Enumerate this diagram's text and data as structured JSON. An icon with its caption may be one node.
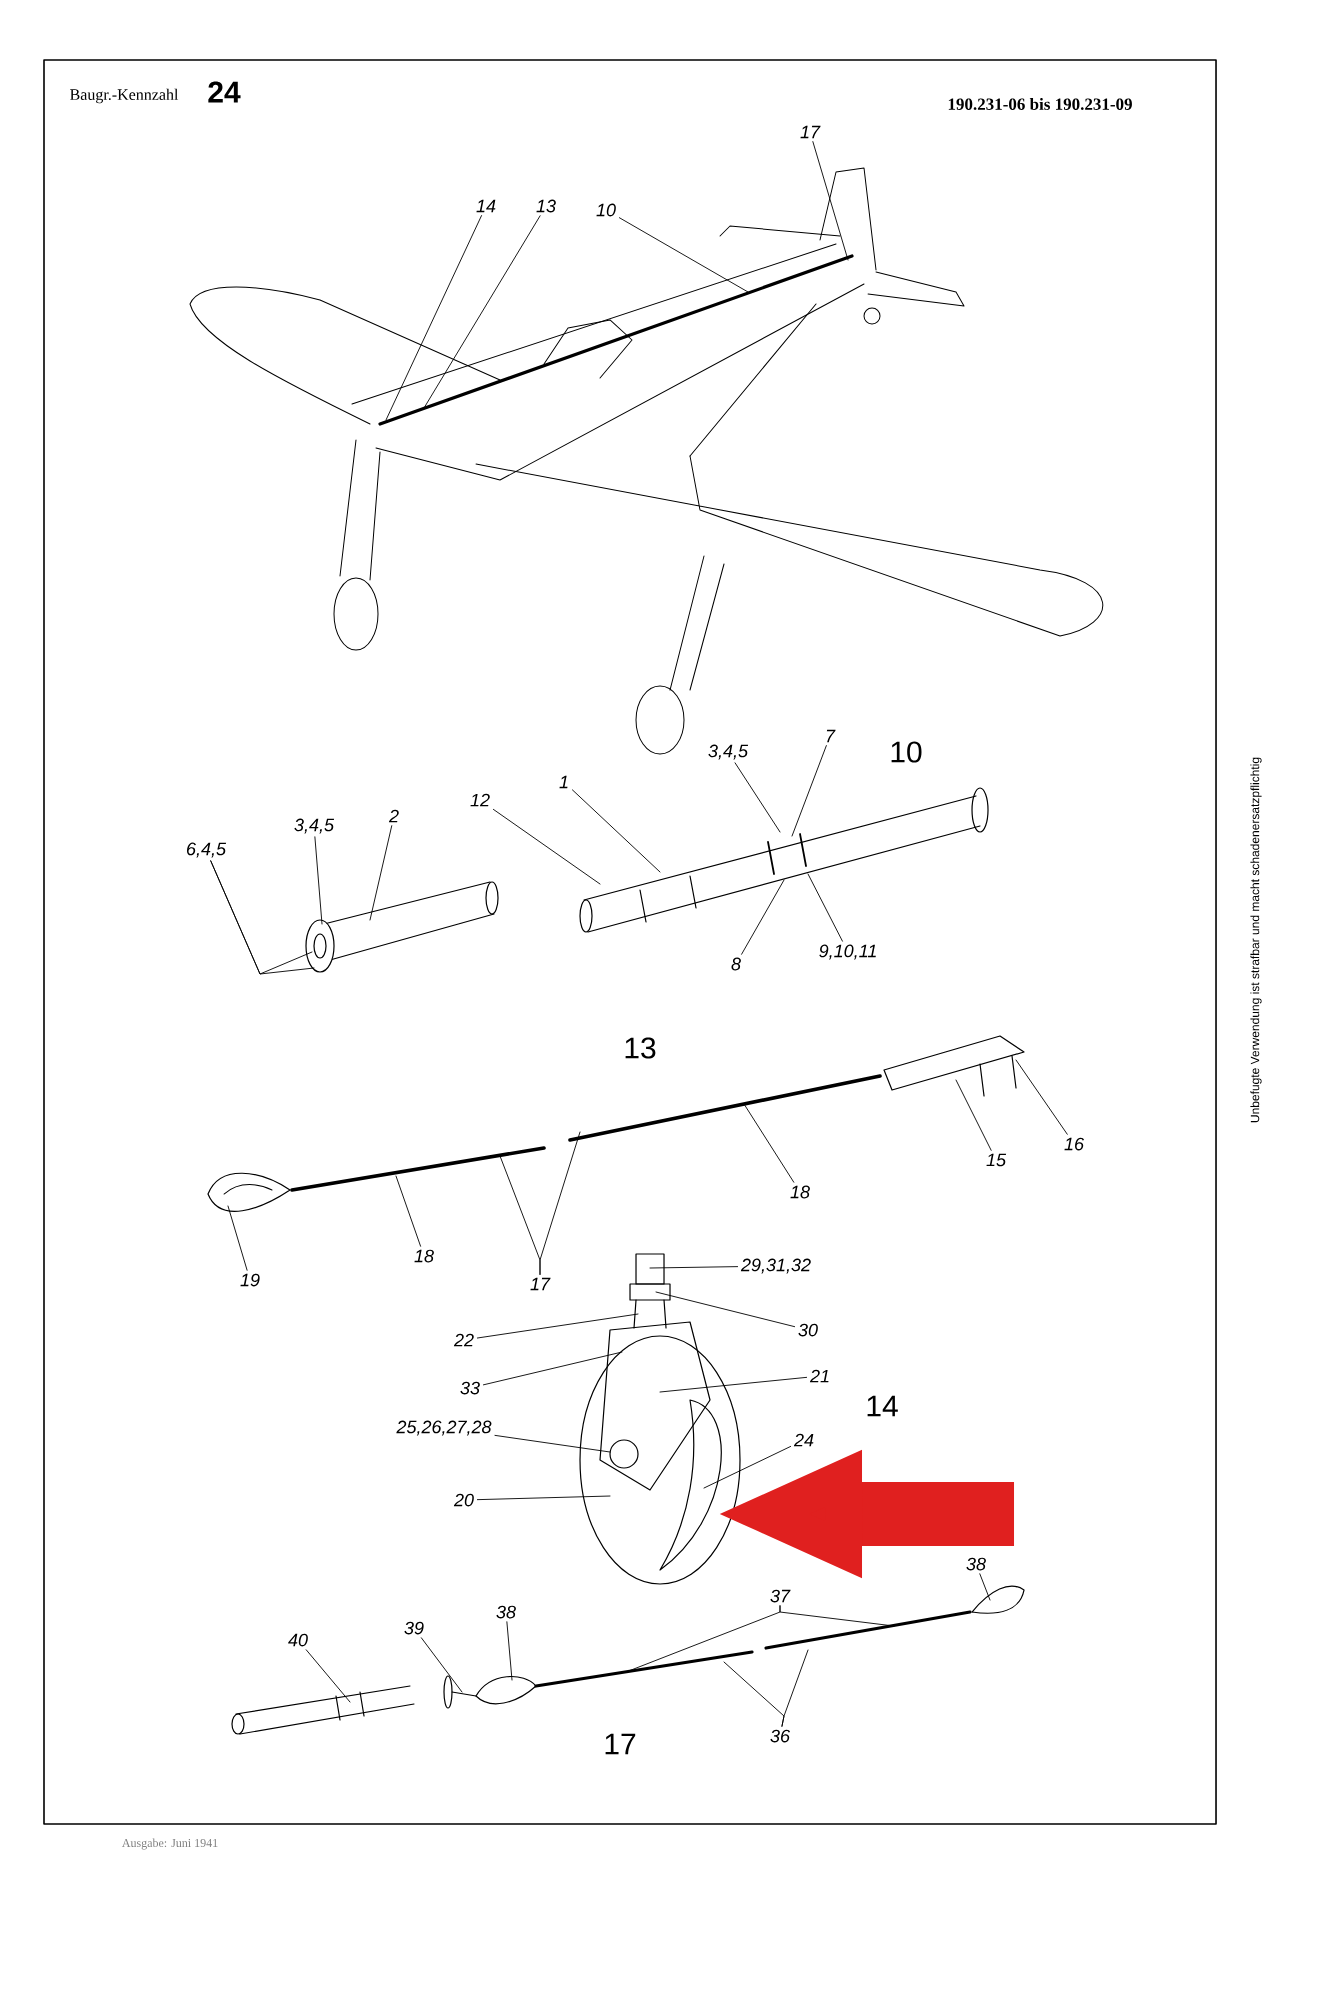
{
  "diagram": {
    "nodes": [
      {
        "text": [
          "17"
        ]
      },
      {
        "text": [
          "14"
        ]
      },
      {
        "text": [
          "13"
        ]
      },
      {
        "text": [
          "10"
        ]
      },
      {
        "text": [
          "6,4,5"
        ]
      },
      {
        "text": [
          "3,4,5"
        ]
      },
      {
        "text": [
          "2"
        ]
      },
      {
        "text": [
          "12"
        ]
      },
      {
        "text": [
          "1"
        ]
      },
      {
        "text": [
          "3,4,5"
        ]
      },
      {
        "text": [
          "7"
        ]
      },
      {
        "text": [
          "8"
        ]
      },
      {
        "text": [
          "9,10,11"
        ]
      },
      {
        "text": [
          "19"
        ]
      },
      {
        "text": [
          "18"
        ]
      },
      {
        "text": [
          "17"
        ]
      },
      {
        "text": [
          "18"
        ]
      },
      {
        "text": [
          "15"
        ]
      },
      {
        "text": [
          "16"
        ]
      },
      {
        "text": [
          "29,31,32"
        ]
      },
      {
        "text": [
          "30"
        ]
      },
      {
        "text": [
          "22"
        ]
      },
      {
        "text": [
          "33"
        ]
      },
      {
        "text": [
          "21"
        ]
      },
      {
        "text": [
          "25,26,27,28"
        ]
      },
      {
        "text": [
          "24"
        ]
      },
      {
        "text": [
          "20"
        ]
      },
      {
        "text": [
          "40"
        ]
      },
      {
        "text": [
          "39"
        ]
      },
      {
        "text": [
          "38"
        ]
      },
      {
        "text": [
          "37"
        ]
      },
      {
        "text": [
          "38"
        ]
      },
      {
        "text": [
          "36"
        ]
      },
      {
        "text": [],
        "shape": "picture"
      },
      {
        "text": [],
        "shape": "picture"
      },
      {
        "text": [],
        "shape": "picture"
      },
      {
        "text": [],
        "shape": "picture"
      },
      {
        "text": [],
        "shape": "picture"
      },
      {
        "text": [],
        "shape": "picture"
      },
      {
        "text": [],
        "shape": "picture"
      },
      {
        "text": [],
        "shape": "picture"
      },
      {
        "text": [],
        "shape": "picture"
      },
      {
        "text": [],
        "shape": "picture"
      },
      {
        "text": [],
        "shape": "picture"
      },
      {
        "text": [],
        "shape": "picture"
      },
      {
        "text": [],
        "shape": "picture"
      }
    ],
    "edges": [
      {
        "from": 0,
        "to": 33,
        "arrow": "none"
      },
      {
        "from": 1,
        "to": 33,
        "arrow": "none"
      },
      {
        "from": 2,
        "to": 33,
        "arrow": "none"
      },
      {
        "from": 3,
        "to": 33,
        "arrow": "none"
      },
      {
        "from": 4,
        "to": 34,
        "arrow": "none"
      },
      {
        "from": 4,
        "to": 34,
        "arrow": "none"
      },
      {
        "from": 5,
        "to": 34,
        "arrow": "none"
      },
      {
        "from": 6,
        "to": 34,
        "arrow": "none"
      },
      {
        "from": 7,
        "to": 35,
        "arrow": "none"
      },
      {
        "from": 8,
        "to": 35,
        "arrow": "none"
      },
      {
        "from": 9,
        "to": 35,
        "arrow": "none"
      },
      {
        "from": 10,
        "to": 35,
        "arrow": "none"
      },
      {
        "from": 11,
        "to": 35,
        "arrow": "none"
      },
      {
        "from": 12,
        "to": 35,
        "arrow": "none"
      },
      {
        "from": 13,
        "to": 36,
        "arrow": "none"
      },
      {
        "from": 14,
        "to": 37,
        "arrow": "none"
      },
      {
        "from": 15,
        "to": 37,
        "arrow": "none"
      },
      {
        "from": 15,
        "to": 38,
        "arrow": "none"
      },
      {
        "from": 16,
        "to": 38,
        "arrow": "none"
      },
      {
        "from": 17,
        "to": 39,
        "arrow": "none"
      },
      {
        "from": 18,
        "to": 39,
        "arrow": "none"
      },
      {
        "from": 19,
        "to": 40,
        "arrow": "none"
      },
      {
        "from": 20,
        "to": 40,
        "arrow": "none"
      },
      {
        "from": 21,
        "to": 40,
        "arrow": "none"
      },
      {
        "from": 22,
        "to": 41,
        "arrow": "none"
      },
      {
        "from": 23,
        "to": 41,
        "arrow": "none"
      },
      {
        "from": 24,
        "to": 41,
        "arrow": "none"
      },
      {
        "from": 25,
        "to": 41,
        "arrow": "none"
      },
      {
        "from": 26,
        "to": 41,
        "arrow": "none"
      },
      {
        "from": 27,
        "to": 42,
        "arrow": "none"
      },
      {
        "from": 28,
        "to": 43,
        "arrow": "none"
      },
      {
        "from": 29,
        "to": 43,
        "arrow": "none"
      },
      {
        "from": 30,
        "to": 44,
        "arrow": "none"
      },
      {
        "from": 30,
        "to": 44,
        "arrow": "none"
      },
      {
        "from": 31,
        "to": 45,
        "arrow": "none"
      },
      {
        "from": 32,
        "to": 44,
        "arrow": "none"
      },
      {
        "from": 32,
        "to": 44,
        "arrow": "none"
      },
      {
        "from": null,
        "to": 41,
        "arrow": "to",
        "style": "thick",
        "color": "#e0201f"
      }
    ],
    "labels": [
      "Baugr.-Kennzahl",
      "24",
      "190.231-06 bis 190.231-09",
      "10",
      "13",
      "14",
      "17",
      "Ausgabe: Juni 1941",
      "Unbefugte Verwendung ist strafbar und macht schadenersatzpflichtig"
    ]
  }
}
